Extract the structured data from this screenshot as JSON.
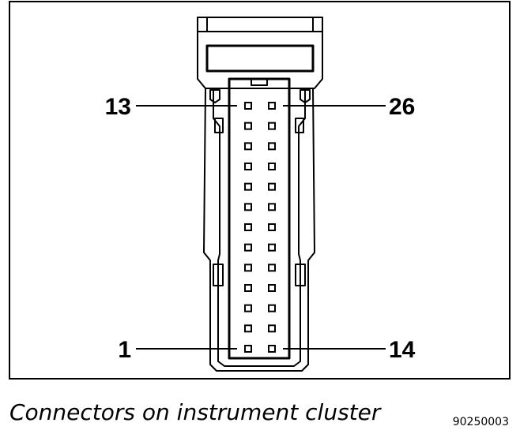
{
  "diagram": {
    "pins_per_column": 13,
    "labels": {
      "top_left": "13",
      "top_right": "26",
      "bottom_left": "1",
      "bottom_right": "14"
    }
  },
  "caption": "Connectors on instrument cluster",
  "figure_ref": "90250003",
  "colors": {
    "stroke": "#000000",
    "background": "#ffffff"
  }
}
